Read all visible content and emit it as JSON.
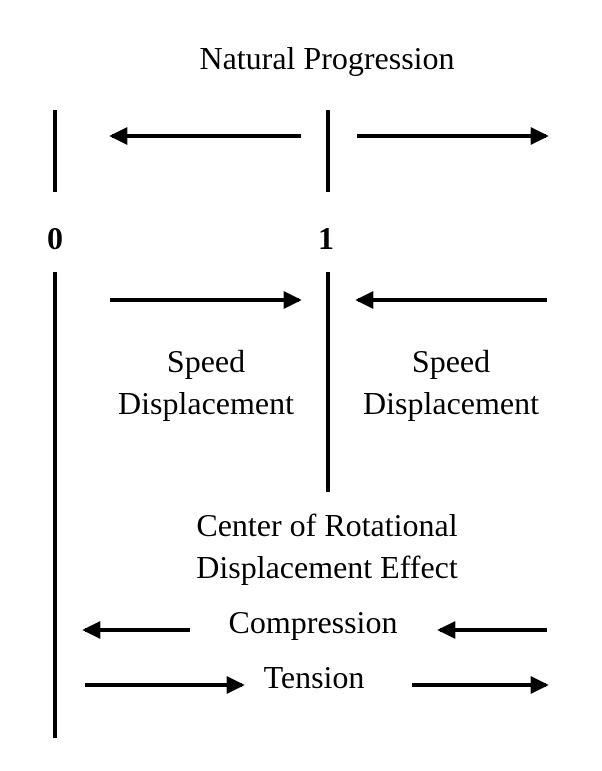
{
  "title": "Natural Progression",
  "axis_labels": {
    "zero": "0",
    "one": "1"
  },
  "left_region": {
    "line1": "Speed",
    "line2": "Displacement"
  },
  "right_region": {
    "line1": "Speed",
    "line2": "Displacement"
  },
  "center_effect": {
    "line1": "Center of Rotational",
    "line2": "Displacement Effect"
  },
  "compression": "Compression",
  "tension": "Tension",
  "colors": {
    "ink": "#000000",
    "background": "#ffffff"
  }
}
